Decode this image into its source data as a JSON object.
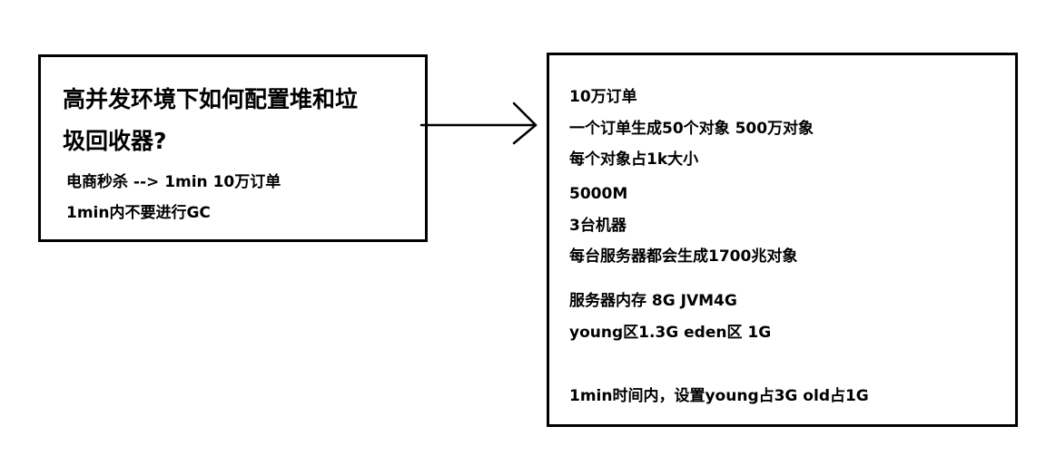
{
  "left_box": {
    "title_line1": "高并发环境下如何配置堆和垃",
    "title_line2": "圾回收器?",
    "line1": "电商秒杀 --> 1min 10万订单",
    "line2": "1min内不要进行GC"
  },
  "right_box": {
    "lines": [
      "10万订单",
      "一个订单生成50个对象   500万对象",
      "每个对象占1k大小",
      "5000M",
      "3台机器",
      "每台服务器都会生成1700兆对象",
      "服务器内存 8G    JVM4G",
      "young区1.3G    eden区 1G",
      "1min时间内，设置young占3G old占1G"
    ]
  }
}
